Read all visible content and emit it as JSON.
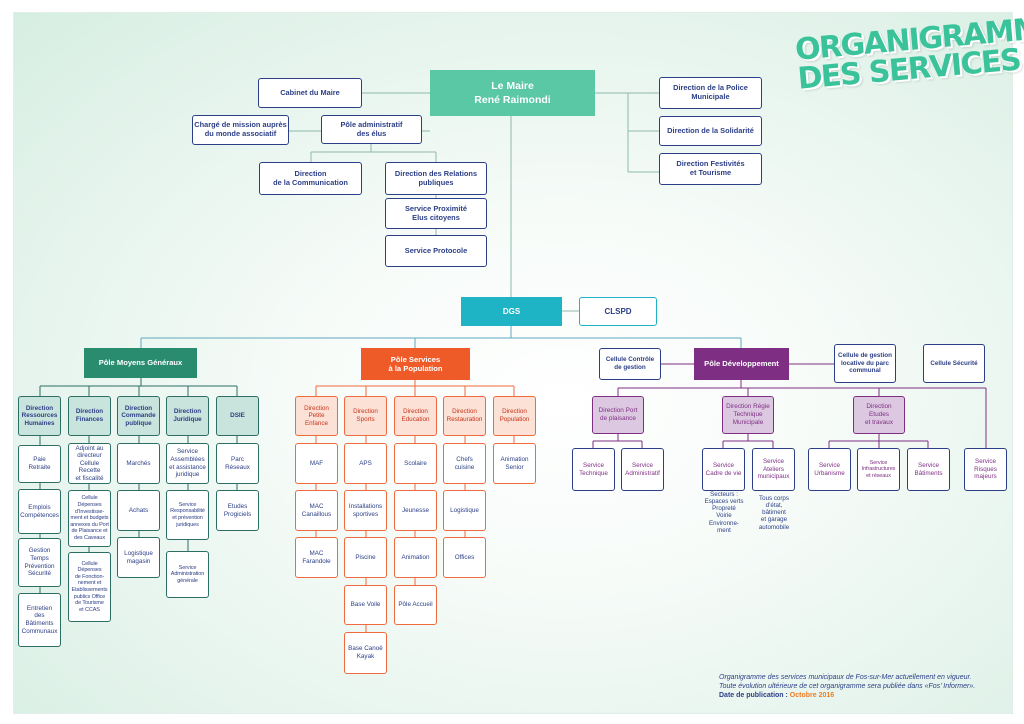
{
  "title": {
    "line1": "ORGANIGRAMME",
    "line2": "DES SERVICES"
  },
  "colors": {
    "green": "#2a8c6e",
    "mint": "#5ac7a5",
    "teal": "#1fb3c6",
    "orange": "#ef5a29",
    "purple": "#7e2f84",
    "navy": "#2c3f86"
  },
  "mayor": "Le Maire\nRené Raimondi",
  "cabinet": "Cabinet du Maire",
  "charge_mission": "Chargé de mission auprès\ndu monde associatif",
  "pole_admin": "Pôle administratif\ndes élus",
  "dir_communication": "Direction\nde la Communication",
  "dir_relations": "Direction des Relations\npubliques",
  "service_proximite": "Service Proximité\nElus citoyens",
  "service_protocole": "Service Protocole",
  "right_directions": [
    "Direction de la Police\nMunicipale",
    "Direction de la Solidarité",
    "Direction Festivités\net Tourisme"
  ],
  "dgs": "DGS",
  "clspd": "CLSPD",
  "pole_moyens": {
    "label": "Pôle Moyens Généraux",
    "directions": [
      {
        "name": "Direction\nRessources\nHumaines",
        "services": [
          "Paie\nRetraite",
          "Emplois\nCompétences",
          "Gestion\nTemps\nPrévention\nSécurité",
          "Entretien\ndes\nBâtiments\nCommunaux"
        ]
      },
      {
        "name": "Direction\nFinances",
        "services": [
          "Adjoint au\ndirecteur\nCellule\nRecette\net fiscalité",
          "Cellule\nDépenses\nd’Investisse-\nment et budgets\nannexes du Port\nde Plaisance et\ndes Caveaux",
          "Cellule\nDépenses\nde Fonction-\nnement et\nEtablissements\npublics Office\nde Tourisme\net CCAS"
        ]
      },
      {
        "name": "Direction\nCommande\npublique",
        "services": [
          "Marchés",
          "Achats",
          "Logistique\nmagasin"
        ]
      },
      {
        "name": "Direction\nJuridique",
        "services": [
          "Service\nAssemblées\net assistance\njuridique",
          "Service\nResponsabilité\net prévention\njuridiques",
          "Service\nAdministration\ngénérale"
        ]
      },
      {
        "name": "DSIE",
        "services": [
          "Parc\nRéseaux",
          "Etudes\nProgiciels"
        ]
      }
    ]
  },
  "pole_services": {
    "label": "Pôle Services\nà la Population",
    "directions": [
      {
        "name": "Direction\nPetite\nEnfance",
        "services": [
          "MAF",
          "MAC\nCanaillous",
          "MAC\nFarandole"
        ]
      },
      {
        "name": "Direction\nSports",
        "services": [
          "APS",
          "Installations\nsportives",
          "Piscine",
          "Base Voile",
          "Base Canoë\nKayak"
        ]
      },
      {
        "name": "Direction\nEducation",
        "services": [
          "Scolaire",
          "Jeunesse",
          "Animation",
          "Pôle Accueil"
        ]
      },
      {
        "name": "Direction\nRestauration",
        "services": [
          "Chefs\ncuisine",
          "Logistique",
          "Offices"
        ]
      },
      {
        "name": "Direction\nPopulation",
        "services": [
          "Animation\nSenior"
        ]
      }
    ]
  },
  "pole_developpement": {
    "label": "Pôle Développement",
    "cellule_controle": "Cellule Contrôle\nde gestion",
    "cellule_gestion_locative": "Cellule de gestion\nlocative du parc\ncommunal",
    "cellule_securite": "Cellule Sécurité",
    "directions": [
      {
        "name": "Direction Port\nde plaisance",
        "services": [
          "Service\nTechnique",
          "Service\nAdministratif"
        ]
      },
      {
        "name": "Direction Régie\nTechnique\nMunicipale",
        "services": [
          "Service\nCadre de vie",
          "Service\nAteliers\nmunicipaux"
        ]
      },
      {
        "name": "Direction\nEtudes\net travaux",
        "services": [
          "Service\nUrbanisme",
          "Service\nInfrastructures\net réseaux",
          "Service\nBâtiments"
        ]
      }
    ],
    "service_risques": "Service\nRisques\nmajeurs",
    "note_cadre": "Secteurs :\nEspaces verts\nPropreté\nVoirie\nEnvironne-\nment",
    "note_ateliers": "Tous corps\nd’état,\nbâtiment\net garage\nautomobile"
  },
  "footer": {
    "line1": "Organigramme des services municipaux de Fos-sur-Mer actuellement en vigueur.",
    "line2": "Toute évolution ultérieure de cet organigramme sera publiée dans «Fos’ Informer».",
    "date_label": "Date de publication : ",
    "date_value": "Octobre 2016"
  }
}
